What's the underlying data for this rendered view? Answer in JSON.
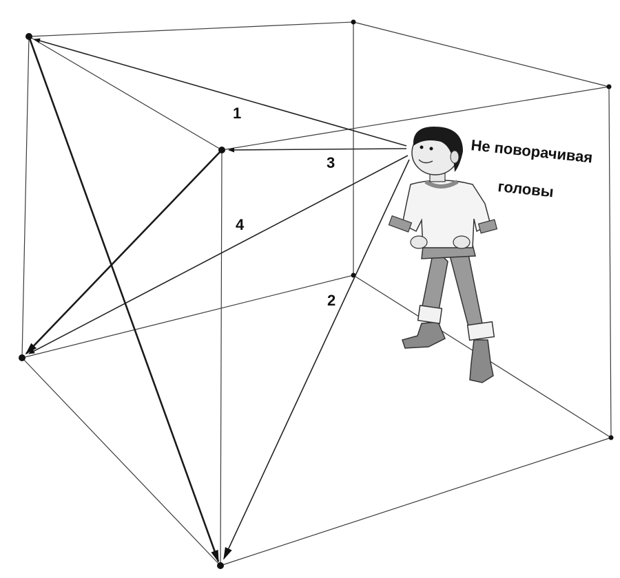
{
  "labels": {
    "path_1": "1",
    "path_2": "2",
    "path_3": "3",
    "path_4": "4"
  },
  "caption": {
    "line1": "Не поворачивая",
    "line2": "головы"
  },
  "colors": {
    "lines": "#222222",
    "shirt_stripe": "#8a8a8a",
    "pants": "#9a9a9a",
    "skin": "#e8e8e8",
    "hair": "#1a1a1a"
  }
}
